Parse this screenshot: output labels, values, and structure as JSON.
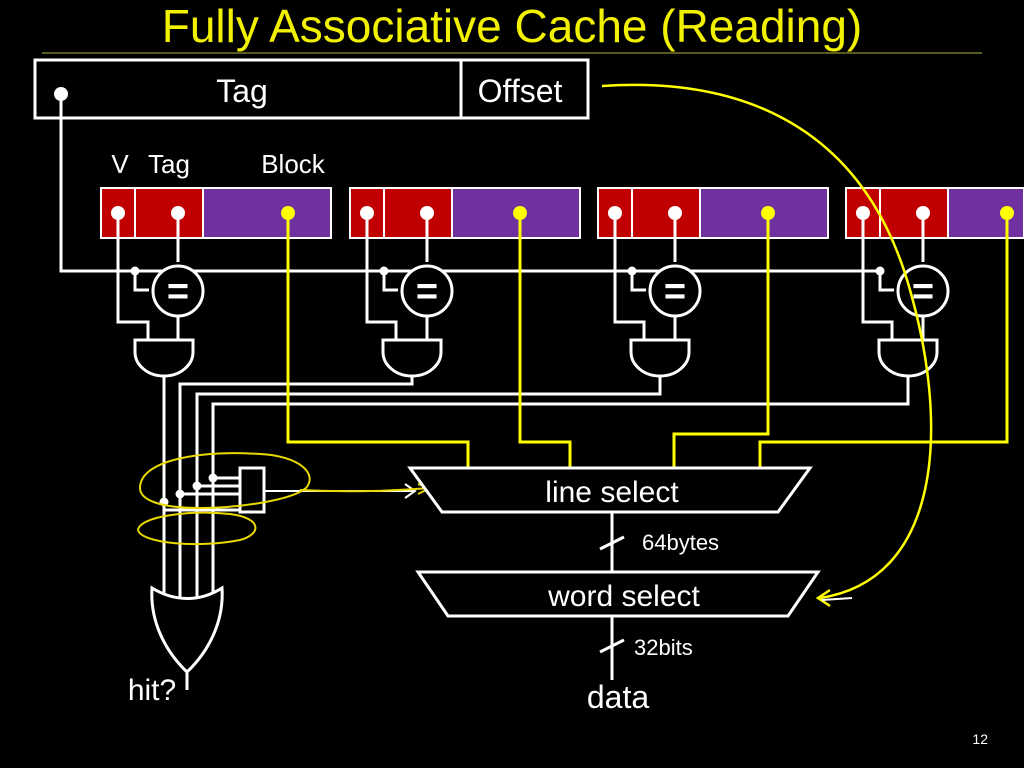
{
  "title": "Fully Associative Cache (Reading)",
  "address": {
    "tag_label": "Tag",
    "offset_label": "Offset"
  },
  "line_header": {
    "v": "V",
    "tag": "Tag",
    "block": "Block"
  },
  "comparator_symbol": "=",
  "mux": {
    "line_select": "line select",
    "word_select": "word select"
  },
  "bus": {
    "line_width": "64bytes",
    "word_width": "32bits"
  },
  "outputs": {
    "hit": "hit?",
    "data": "data"
  },
  "page_number": "12",
  "colors": {
    "background": "#000000",
    "title": "#f2f200",
    "valid_tag_field": "#c00000",
    "block_field": "#7030a0",
    "data_wire": "#ffff00",
    "wire": "#ffffff"
  }
}
